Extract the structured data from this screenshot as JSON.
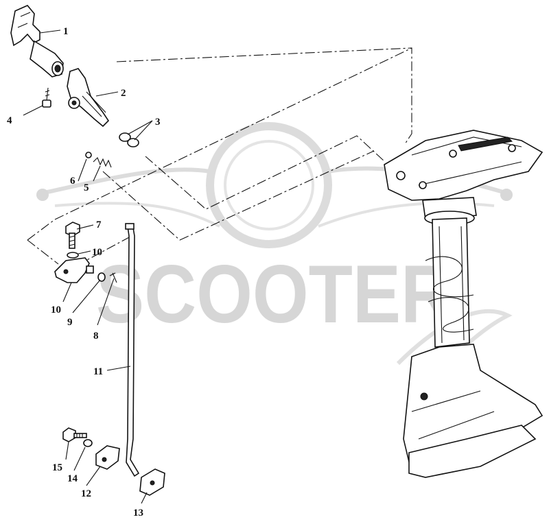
{
  "watermark": {
    "text": "SCOOTER",
    "color": "#d6d6d6"
  },
  "callouts": [
    {
      "id": "p1",
      "label": "1"
    },
    {
      "id": "p2",
      "label": "2"
    },
    {
      "id": "p3",
      "label": "3"
    },
    {
      "id": "p4",
      "label": "4"
    },
    {
      "id": "p5",
      "label": "5"
    },
    {
      "id": "p6",
      "label": "6"
    },
    {
      "id": "p7",
      "label": "7"
    },
    {
      "id": "p8",
      "label": "8"
    },
    {
      "id": "p9",
      "label": "9"
    },
    {
      "id": "p10a",
      "label": "10"
    },
    {
      "id": "p10b",
      "label": "10"
    },
    {
      "id": "p11",
      "label": "11"
    },
    {
      "id": "p12",
      "label": "12"
    },
    {
      "id": "p13",
      "label": "13"
    },
    {
      "id": "p14",
      "label": "14"
    },
    {
      "id": "p15",
      "label": "15"
    }
  ]
}
